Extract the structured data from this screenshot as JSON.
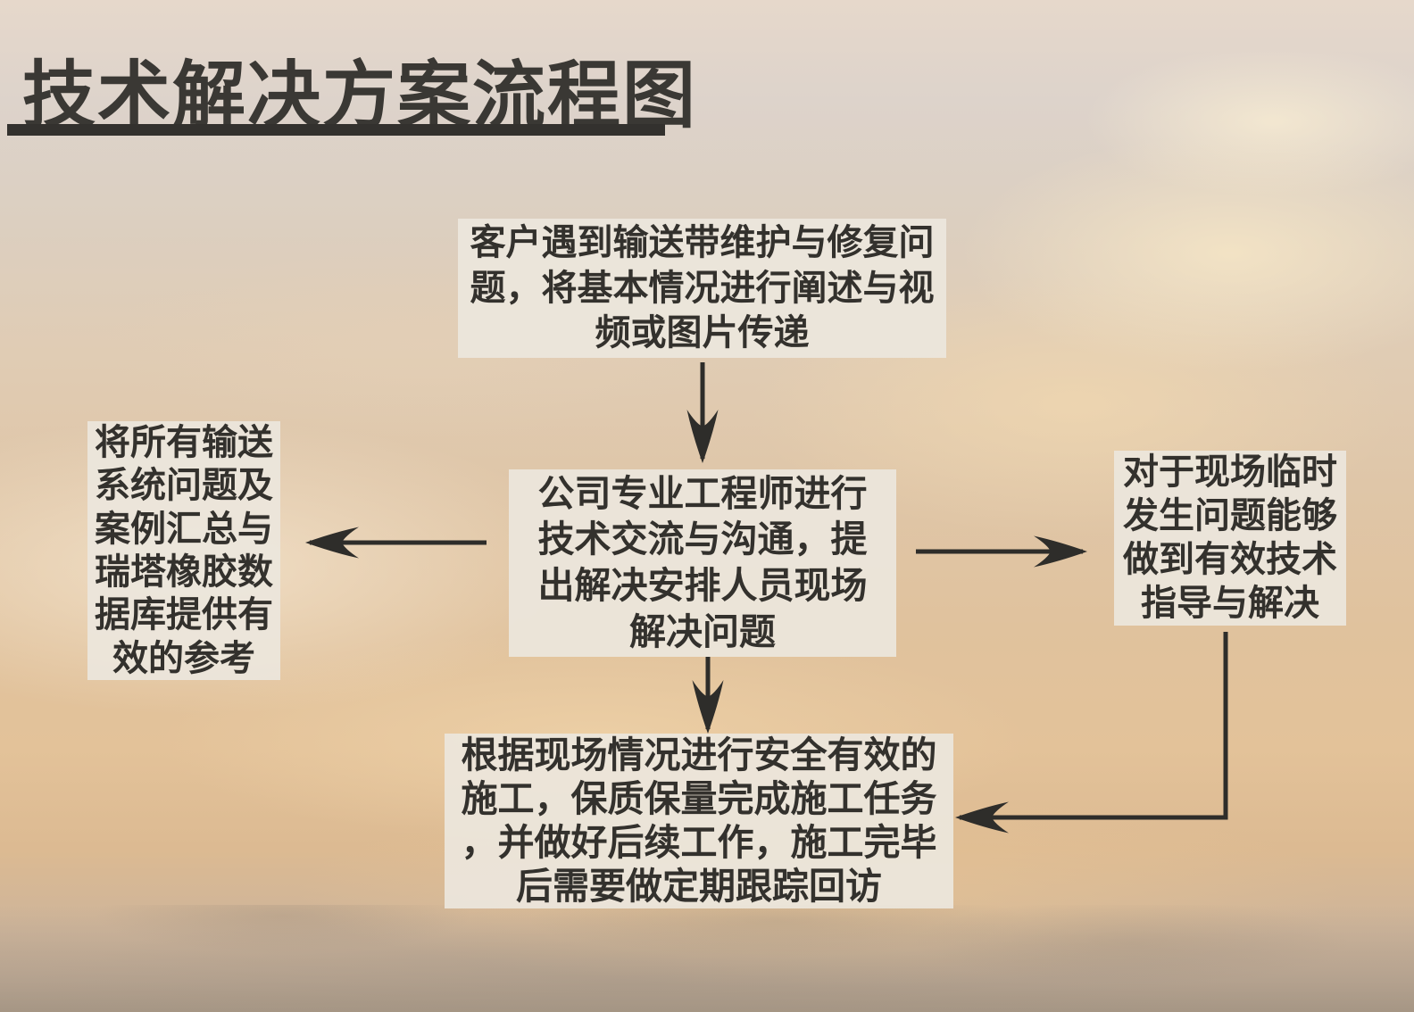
{
  "title": {
    "text": "技术解决方案流程图"
  },
  "nodes": {
    "customer_issue": {
      "text": "客户遇到输送带维护与修复问\n题，将基本情况进行阐述与视\n频或图片传递"
    },
    "engineer_review": {
      "text": "公司专业工程师进行\n技术交流与沟通，提\n出解决安排人员现场\n解决问题"
    },
    "knowledge_base": {
      "text": "将所有输送\n系统问题及\n案例汇总与\n瑞塔橡胶数\n据库提供有\n效的参考"
    },
    "onsite_guidance": {
      "text": "对于现场临时\n发生问题能够\n做到有效技术\n指导与解决"
    },
    "construction_followup": {
      "text": "根据现场情况进行安全有效的\n施工，保质保量完成施工任务\n，并做好后续工作，施工完毕\n后需要做定期跟踪回访"
    }
  },
  "edges": [
    {
      "from": "customer_issue",
      "to": "engineer_review",
      "direction": "down"
    },
    {
      "from": "engineer_review",
      "to": "knowledge_base",
      "direction": "left"
    },
    {
      "from": "engineer_review",
      "to": "onsite_guidance",
      "direction": "right"
    },
    {
      "from": "engineer_review",
      "to": "construction_followup",
      "direction": "down"
    },
    {
      "from": "onsite_guidance",
      "to": "construction_followup",
      "direction": "down-left"
    }
  ],
  "colors": {
    "text": "#33312d",
    "arrow": "#2e2d2a",
    "node_background": "#ece6dd",
    "title": "#3a3834"
  }
}
